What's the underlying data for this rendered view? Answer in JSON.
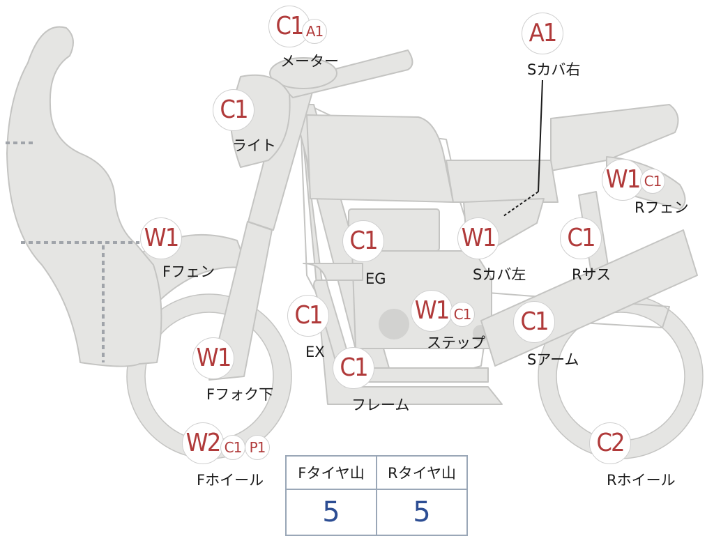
{
  "parts": [
    {
      "key": "meter",
      "label": "メーター",
      "codes": [
        "C1",
        "A1"
      ]
    },
    {
      "key": "light",
      "label": "ライト",
      "codes": [
        "C1"
      ]
    },
    {
      "key": "side_cover_right",
      "label": "Sカバ右",
      "codes": [
        "A1"
      ]
    },
    {
      "key": "rear_fender",
      "label": "Rフェン",
      "codes": [
        "W1",
        "C1"
      ]
    },
    {
      "key": "front_fender",
      "label": "Fフェン",
      "codes": [
        "W1"
      ]
    },
    {
      "key": "engine",
      "label": "EG",
      "codes": [
        "C1"
      ]
    },
    {
      "key": "side_cover_left",
      "label": "Sカバ左",
      "codes": [
        "W1"
      ]
    },
    {
      "key": "rear_suspension",
      "label": "Rサス",
      "codes": [
        "C1"
      ]
    },
    {
      "key": "exhaust",
      "label": "EX",
      "codes": [
        "C1"
      ]
    },
    {
      "key": "step",
      "label": "ステップ",
      "codes": [
        "W1",
        "C1"
      ]
    },
    {
      "key": "swing_arm",
      "label": "Sアーム",
      "codes": [
        "C1"
      ]
    },
    {
      "key": "front_fork_lower",
      "label": "Fフォク下",
      "codes": [
        "W1"
      ]
    },
    {
      "key": "frame",
      "label": "フレーム",
      "codes": [
        "C1"
      ]
    },
    {
      "key": "front_wheel",
      "label": "Fホイール",
      "codes": [
        "W2",
        "C1",
        "P1"
      ]
    },
    {
      "key": "rear_wheel",
      "label": "Rホイール",
      "codes": [
        "C2"
      ]
    }
  ],
  "tire_table": {
    "front_header": "Fタイヤ山",
    "rear_header": "Rタイヤ山",
    "front_value": "5",
    "rear_value": "5"
  },
  "colors": {
    "body_fill": "#e5e5e3",
    "outline": "#c4c4c2",
    "code_text": "#b03a3a",
    "table_border": "#9aa7b7",
    "table_value": "#2c4d93"
  }
}
